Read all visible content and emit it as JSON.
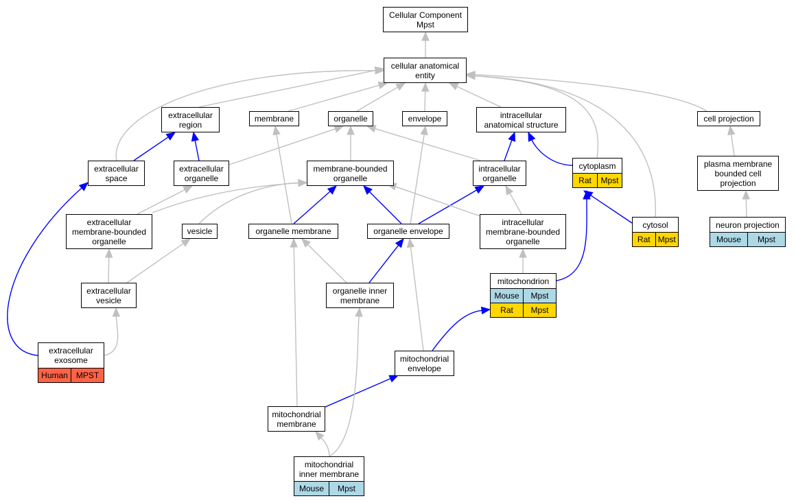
{
  "colors": {
    "normal_edge": "#c0c0c0",
    "highlight_edge": "#0000ff",
    "human": "#ff6347",
    "mouse": "#add8e6",
    "rat": "#ffd700"
  },
  "nodes": [
    {
      "id": "cellular_component",
      "label": "Cellular Component\nMpst",
      "rows": []
    },
    {
      "id": "cellular_anatomical_entity",
      "label": "cellular anatomical\nentity",
      "rows": []
    },
    {
      "id": "extracellular_region",
      "label": "extracellular\nregion",
      "rows": []
    },
    {
      "id": "membrane",
      "label": "membrane",
      "rows": []
    },
    {
      "id": "organelle",
      "label": "organelle",
      "rows": []
    },
    {
      "id": "envelope",
      "label": "envelope",
      "rows": []
    },
    {
      "id": "intracellular_anatomical_structure",
      "label": "intracellular\nanatomical structure",
      "rows": []
    },
    {
      "id": "cell_projection",
      "label": "cell projection",
      "rows": []
    },
    {
      "id": "extracellular_space",
      "label": "extracellular\nspace",
      "rows": []
    },
    {
      "id": "extracellular_organelle",
      "label": "extracellular\norganelle",
      "rows": []
    },
    {
      "id": "membrane_bounded_organelle",
      "label": "membrane-bounded\norganelle",
      "rows": []
    },
    {
      "id": "intracellular_organelle",
      "label": "intracellular\norganelle",
      "rows": []
    },
    {
      "id": "cytoplasm",
      "label": "cytoplasm",
      "rows": [
        {
          "species": "Rat",
          "gene": "Mpst",
          "kind": "rat"
        }
      ]
    },
    {
      "id": "plasma_membrane_bounded_cell_projection",
      "label": "plasma membrane\nbounded cell\nprojection",
      "rows": []
    },
    {
      "id": "extracellular_membrane_bounded_organelle",
      "label": "extracellular\nmembrane-bounded\norganelle",
      "rows": []
    },
    {
      "id": "vesicle",
      "label": "vesicle",
      "rows": []
    },
    {
      "id": "organelle_membrane",
      "label": "organelle membrane",
      "rows": []
    },
    {
      "id": "organelle_envelope",
      "label": "organelle envelope",
      "rows": []
    },
    {
      "id": "intracellular_membrane_bounded_organelle",
      "label": "intracellular\nmembrane-bounded\norganelle",
      "rows": []
    },
    {
      "id": "cytosol",
      "label": "cytosol",
      "rows": [
        {
          "species": "Rat",
          "gene": "Mpst",
          "kind": "rat"
        }
      ]
    },
    {
      "id": "neuron_projection",
      "label": "neuron projection",
      "rows": [
        {
          "species": "Mouse",
          "gene": "Mpst",
          "kind": "mouse"
        }
      ]
    },
    {
      "id": "extracellular_vesicle",
      "label": "extracellular\nvesicle",
      "rows": []
    },
    {
      "id": "organelle_inner_membrane",
      "label": "organelle inner\nmembrane",
      "rows": []
    },
    {
      "id": "mitochondrion",
      "label": "mitochondrion",
      "rows": [
        {
          "species": "Mouse",
          "gene": "Mpst",
          "kind": "mouse"
        },
        {
          "species": "Rat",
          "gene": "Mpst",
          "kind": "rat"
        }
      ]
    },
    {
      "id": "extracellular_exosome",
      "label": "extracellular\nexosome",
      "rows": [
        {
          "species": "Human",
          "gene": "MPST",
          "kind": "human"
        }
      ]
    },
    {
      "id": "mitochondrial_envelope",
      "label": "mitochondrial\nenvelope",
      "rows": []
    },
    {
      "id": "mitochondrial_membrane",
      "label": "mitochondrial\nmembrane",
      "rows": []
    },
    {
      "id": "mitochondrial_inner_membrane",
      "label": "mitochondrial\ninner membrane",
      "rows": [
        {
          "species": "Mouse",
          "gene": "Mpst",
          "kind": "mouse"
        }
      ]
    }
  ],
  "edges": [
    {
      "from": "cellular_anatomical_entity",
      "to": "cellular_component",
      "kind": "normal"
    },
    {
      "from": "extracellular_space",
      "to": "cellular_anatomical_entity",
      "kind": "normal"
    },
    {
      "from": "membrane",
      "to": "cellular_anatomical_entity",
      "kind": "normal"
    },
    {
      "from": "organelle",
      "to": "cellular_anatomical_entity",
      "kind": "normal"
    },
    {
      "from": "envelope",
      "to": "cellular_anatomical_entity",
      "kind": "normal"
    },
    {
      "from": "intracellular_anatomical_structure",
      "to": "cellular_anatomical_entity",
      "kind": "normal"
    },
    {
      "from": "cytoplasm",
      "to": "cellular_anatomical_entity",
      "kind": "normal"
    },
    {
      "from": "cytosol",
      "to": "cellular_anatomical_entity",
      "kind": "normal"
    },
    {
      "from": "cell_projection",
      "to": "cellular_anatomical_entity",
      "kind": "normal"
    },
    {
      "from": "extracellular_region",
      "to": "cellular_anatomical_entity",
      "kind": "normal"
    },
    {
      "from": "extracellular_space",
      "to": "extracellular_region",
      "kind": "highlight"
    },
    {
      "from": "extracellular_organelle",
      "to": "extracellular_region",
      "kind": "highlight"
    },
    {
      "from": "extracellular_organelle",
      "to": "organelle",
      "kind": "normal"
    },
    {
      "from": "membrane_bounded_organelle",
      "to": "organelle",
      "kind": "normal"
    },
    {
      "from": "intracellular_organelle",
      "to": "organelle",
      "kind": "normal"
    },
    {
      "from": "intracellular_organelle",
      "to": "intracellular_anatomical_structure",
      "kind": "highlight"
    },
    {
      "from": "cytoplasm",
      "to": "intracellular_anatomical_structure",
      "kind": "highlight"
    },
    {
      "from": "plasma_membrane_bounded_cell_projection",
      "to": "cell_projection",
      "kind": "normal"
    },
    {
      "from": "neuron_projection",
      "to": "plasma_membrane_bounded_cell_projection",
      "kind": "normal"
    },
    {
      "from": "extracellular_membrane_bounded_organelle",
      "to": "extracellular_organelle",
      "kind": "normal"
    },
    {
      "from": "extracellular_membrane_bounded_organelle",
      "to": "membrane_bounded_organelle",
      "kind": "normal"
    },
    {
      "from": "vesicle",
      "to": "membrane_bounded_organelle",
      "kind": "normal"
    },
    {
      "from": "organelle_membrane",
      "to": "membrane",
      "kind": "normal"
    },
    {
      "from": "organelle_membrane",
      "to": "membrane_bounded_organelle",
      "kind": "highlight"
    },
    {
      "from": "organelle_envelope",
      "to": "membrane_bounded_organelle",
      "kind": "highlight"
    },
    {
      "from": "organelle_envelope",
      "to": "envelope",
      "kind": "normal"
    },
    {
      "from": "organelle_envelope",
      "to": "intracellular_organelle",
      "kind": "highlight"
    },
    {
      "from": "intracellular_membrane_bounded_organelle",
      "to": "membrane_bounded_organelle",
      "kind": "normal"
    },
    {
      "from": "intracellular_membrane_bounded_organelle",
      "to": "intracellular_organelle",
      "kind": "normal"
    },
    {
      "from": "cytosol",
      "to": "cytoplasm",
      "kind": "highlight"
    },
    {
      "from": "mitochondrion",
      "to": "cytoplasm",
      "kind": "highlight"
    },
    {
      "from": "mitochondrion",
      "to": "intracellular_membrane_bounded_organelle",
      "kind": "normal"
    },
    {
      "from": "extracellular_vesicle",
      "to": "extracellular_membrane_bounded_organelle",
      "kind": "normal"
    },
    {
      "from": "extracellular_vesicle",
      "to": "vesicle",
      "kind": "normal"
    },
    {
      "from": "organelle_inner_membrane",
      "to": "organelle_membrane",
      "kind": "normal"
    },
    {
      "from": "extracellular_exosome",
      "to": "extracellular_space",
      "kind": "highlight"
    },
    {
      "from": "extracellular_exosome",
      "to": "extracellular_vesicle",
      "kind": "normal"
    },
    {
      "from": "mitochondrial_envelope",
      "to": "organelle_envelope",
      "kind": "normal"
    },
    {
      "from": "mitochondrial_envelope",
      "to": "mitochondrion",
      "kind": "highlight"
    },
    {
      "from": "mitochondrial_membrane",
      "to": "organelle_membrane",
      "kind": "normal"
    },
    {
      "from": "mitochondrial_membrane",
      "to": "mitochondrial_envelope",
      "kind": "highlight"
    },
    {
      "from": "organelle_inner_membrane",
      "to": "organelle_envelope",
      "kind": "highlight"
    },
    {
      "from": "mitochondrial_inner_membrane",
      "to": "organelle_inner_membrane",
      "kind": "normal"
    },
    {
      "from": "mitochondrial_inner_membrane",
      "to": "mitochondrial_membrane",
      "kind": "normal"
    }
  ]
}
